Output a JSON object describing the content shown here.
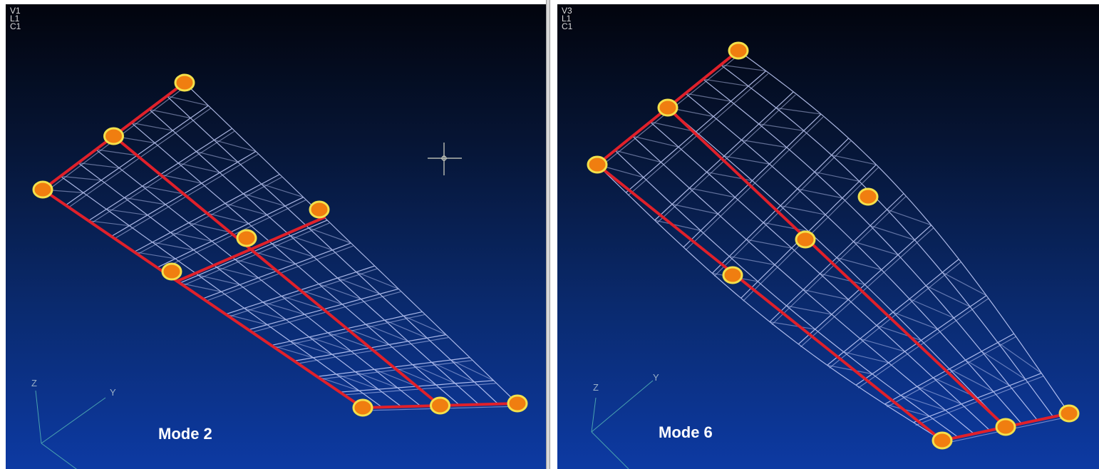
{
  "viewports": [
    {
      "id": "left",
      "labels": [
        "V1",
        "L1",
        "C1"
      ],
      "mode_label": "Mode 2",
      "axes": {
        "z": "Z",
        "y": "Y"
      }
    },
    {
      "id": "right",
      "labels": [
        "V3",
        "L1",
        "C1"
      ],
      "mode_label": "Mode 6",
      "axes": {
        "z": "Z",
        "y": "Y"
      }
    }
  ],
  "colors": {
    "mesh": "#c8d2ff",
    "beam": "#e0202a",
    "node_fill": "#f07e10",
    "node_stroke": "#f4e04a",
    "background_top": "#02040d",
    "background_bottom": "#0d3aa3"
  },
  "icons": {
    "cursor": "crosshair-cursor-icon"
  }
}
